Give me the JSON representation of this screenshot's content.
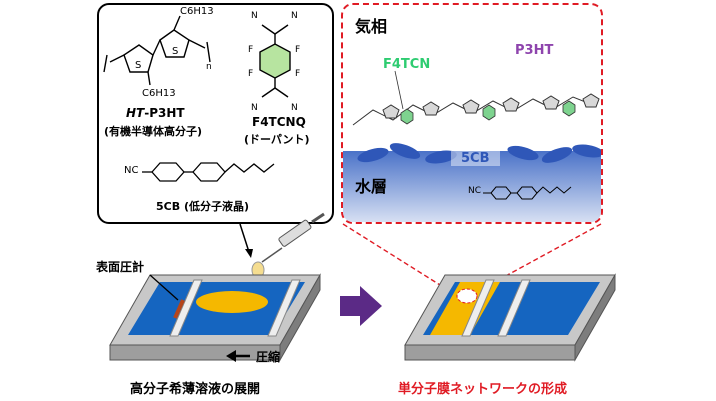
{
  "molecules": {
    "p3ht_prefix": "HT",
    "p3ht_suffix": "-P3HT",
    "p3ht_desc": "(有機半導体高分子)",
    "p3ht_substituent_top": "C6H13",
    "p3ht_substituent_bottom": "C6H13",
    "p3ht_repeat": "n",
    "f4tcnq_name": "F4TCNQ",
    "f4tcnq_desc": "(ドーパント)",
    "cb_name": "5CB (低分子液晶)",
    "cb_group": "NC"
  },
  "zoom": {
    "gas_phase": "気相",
    "water_layer": "水層",
    "f4tcn_label": "F4TCN",
    "p3ht_label": "P3HT",
    "cb_label": "5CB",
    "nc_label": "NC",
    "colors": {
      "f4tcn": "#2ecc71",
      "p3ht": "#8e44ad",
      "cb_water": "#4a72c8"
    }
  },
  "apparatus": {
    "pressure_gauge": "表面圧計",
    "compression": "圧縮",
    "left_caption": "高分子希薄溶液の展開",
    "right_caption": "単分子膜ネットワークの形成",
    "colors": {
      "water": "#1565c0",
      "film": "#f5b800",
      "caption_right": "#e01b24"
    }
  }
}
